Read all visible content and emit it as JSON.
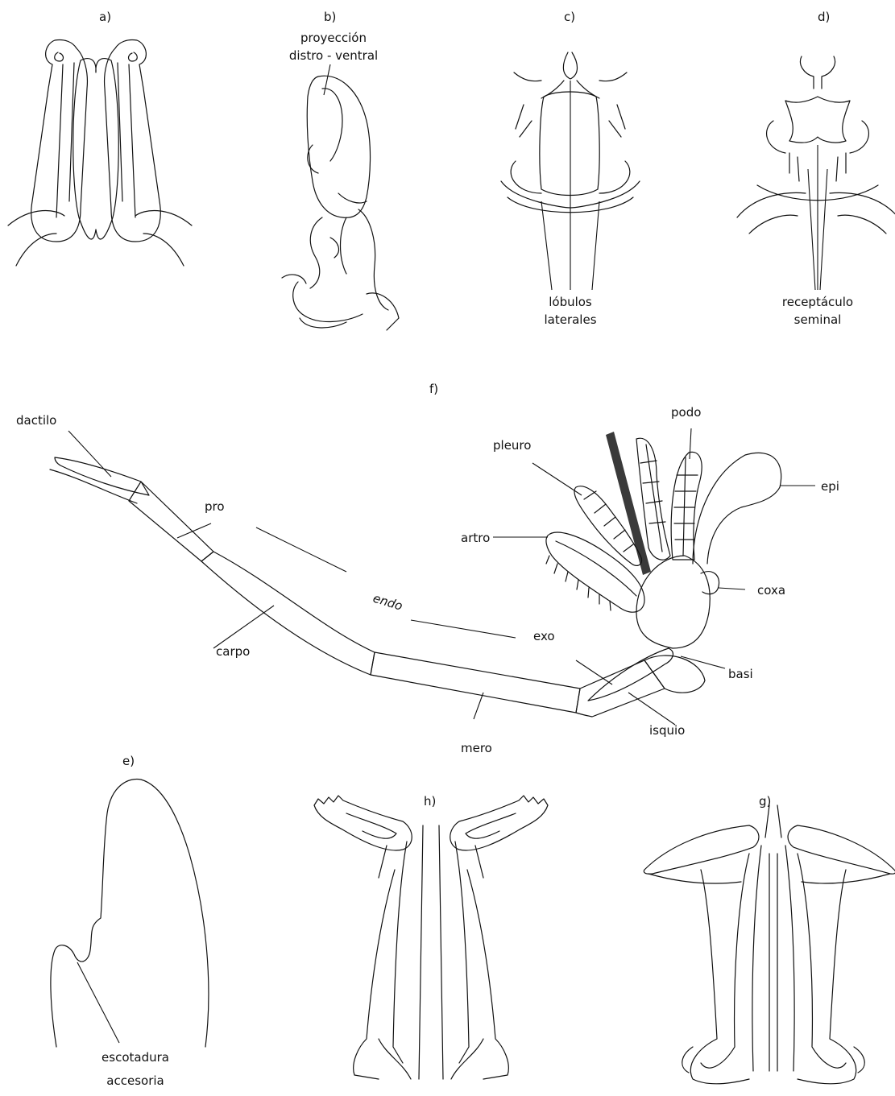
{
  "panels": {
    "a": "a)",
    "b": "b)",
    "c": "c)",
    "d": "d)",
    "e": "e)",
    "f": "f)",
    "g": "g)",
    "h": "h)"
  },
  "labels": {
    "b_line1": "proyección",
    "b_line2": "distro - ventral",
    "c_line1": "lóbulos",
    "c_line2": "laterales",
    "d_line1": "receptáculo",
    "d_line2": "seminal",
    "e_line1": "escotadura",
    "e_line2": "accesoria",
    "dactilo": "dactilo",
    "pro": "pro",
    "carpo": "carpo",
    "endo": "endo",
    "exo": "exo",
    "mero": "mero",
    "isquio": "isquio",
    "basi": "basi",
    "coxa": "coxa",
    "epi": "epi",
    "podo": "podo",
    "pleuro": "pleuro",
    "artro": "artro"
  }
}
